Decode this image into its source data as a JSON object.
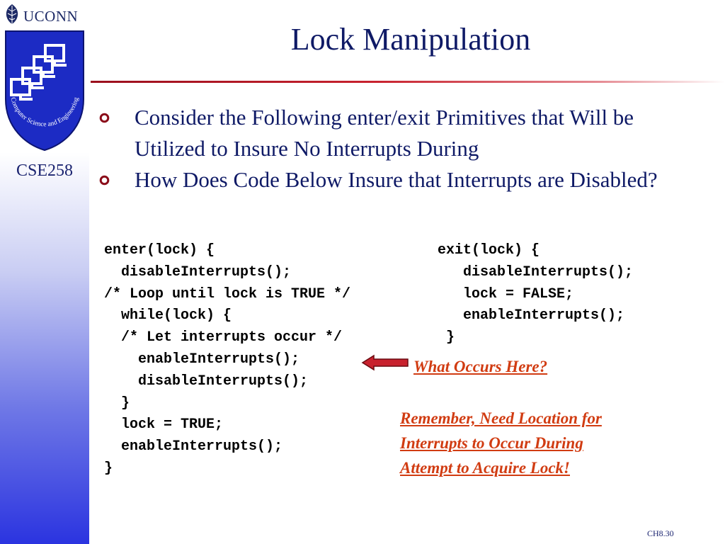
{
  "sidebar": {
    "org": "UCONN",
    "seal_text": "Computer Science and Engineering",
    "course": "CSE258"
  },
  "slide": {
    "title": "Lock Manipulation",
    "bullets": [
      "Consider the Following enter/exit Primitives that Will be Utilized to Insure No Interrupts During",
      "How Does Code Below Insure that Interrupts are Disabled?"
    ],
    "bullet_icon": "hollow-circle-bullet-icon",
    "code_left": [
      "enter(lock) {",
      "  disableInterrupts();",
      "/* Loop until lock is TRUE */",
      "  while(lock) {",
      "  /* Let interrupts occur */",
      "    enableInterrupts();",
      "    disableInterrupts();",
      "  }",
      "  lock = TRUE;",
      "  enableInterrupts();",
      "}"
    ],
    "code_right": [
      "exit(lock) {",
      "   disableInterrupts();",
      "   lock = FALSE;",
      "   enableInterrupts();",
      " }"
    ],
    "note_what_occurs": "What Occurs Here?",
    "note_remember": [
      "Remember, Need Location for",
      "Interrupts to Occur During",
      "Attempt to Acquire Lock!"
    ],
    "page_number": "CH8.30"
  },
  "colors": {
    "title": "#0f1a66",
    "rule": "#c8222e",
    "bullet": "#8b0d1a",
    "note": "#d13c12",
    "sidebar_blue": "#2b34e0"
  }
}
